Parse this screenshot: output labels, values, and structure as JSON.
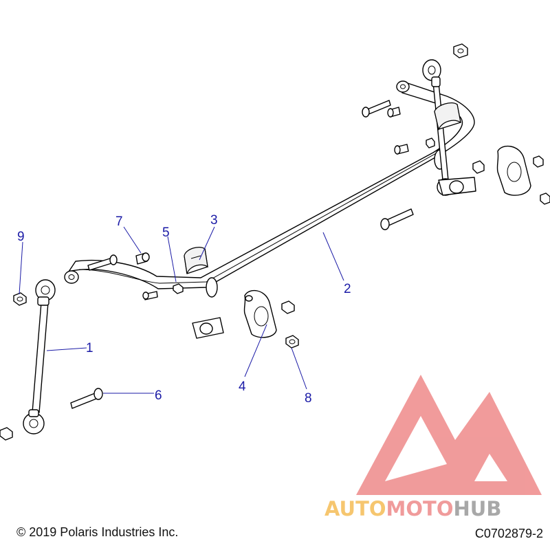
{
  "callouts": [
    {
      "label": "1"
    },
    {
      "label": "2"
    },
    {
      "label": "3"
    },
    {
      "label": "4"
    },
    {
      "label": "5"
    },
    {
      "label": "6"
    },
    {
      "label": "7"
    },
    {
      "label": "8"
    },
    {
      "label": "9"
    }
  ],
  "footer": {
    "copyright": "© 2019 Polaris Industries Inc.",
    "drawing_number": "C0702879-2"
  },
  "watermark": {
    "part1": "AUTO",
    "part2": "MOTO",
    "part3": "HUB"
  },
  "colors": {
    "callout": "#1a1aa6",
    "watermark_red": "#ee8a8a",
    "watermark_orange": "#f5bd57",
    "watermark_gray": "#9a9a9a"
  }
}
